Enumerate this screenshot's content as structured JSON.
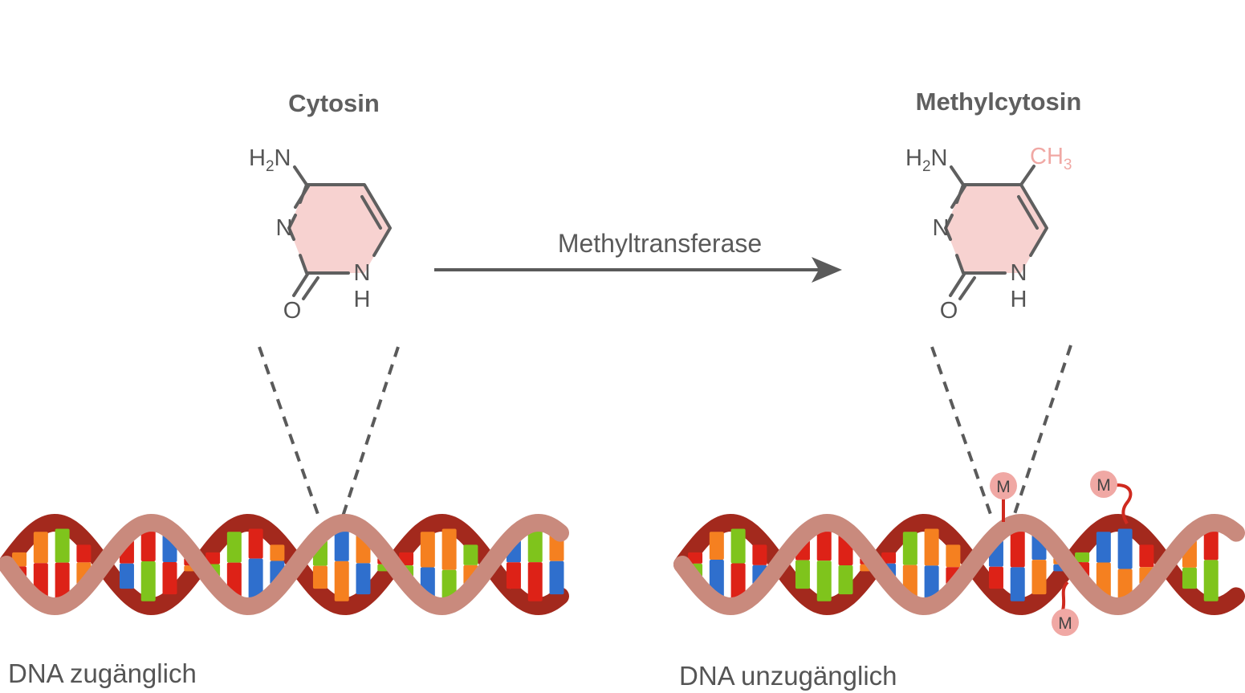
{
  "left": {
    "title": "Cytosin",
    "caption": "DNA zugänglich",
    "labels": {
      "amine_h": "H",
      "amine_sub": "2",
      "amine_n": "N",
      "ring_n": "N",
      "nh_n": "N",
      "nh_h": "H",
      "oxygen": "O"
    }
  },
  "right": {
    "title": "Methylcytosin",
    "caption": "DNA unzugänglich",
    "labels": {
      "amine_h": "H",
      "amine_sub": "2",
      "amine_n": "N",
      "ring_n": "N",
      "nh_n": "N",
      "nh_h": "H",
      "oxygen": "O",
      "methyl_ch": "CH",
      "methyl_sub": "3"
    },
    "methyl_marker": "M"
  },
  "arrow": {
    "label": "Methyltransferase"
  },
  "icons": {
    "dna_left": "dna-helix-icon",
    "dna_right": "dna-helix-icon",
    "methyl_marker": "methyl-group-marker-icon"
  },
  "colors": {
    "ring_fill": "#f7d2d0",
    "bond": "#5f5f5f",
    "backbone_front": "#c98a7d",
    "backbone_back": "#a3291d",
    "methyl": "#f0a8a4",
    "marker_line": "#cf2a1f",
    "base_red": "#dd2217",
    "base_blue": "#2f6fcd",
    "base_green": "#7fc41c",
    "base_orange": "#f58020"
  }
}
